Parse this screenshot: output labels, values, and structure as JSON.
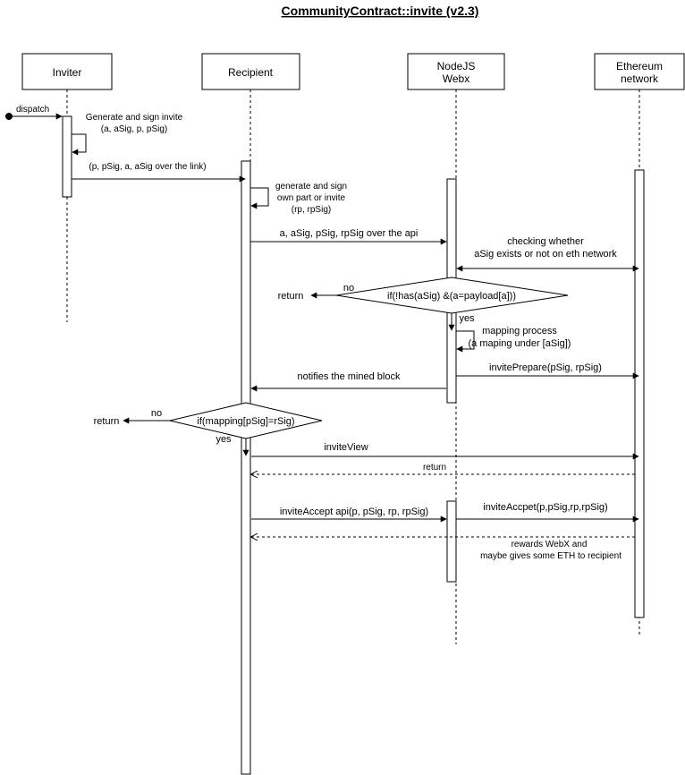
{
  "title": "CommunityContract::invite (v2.3)",
  "participants": {
    "inviter": "Inviter",
    "recipient": "Recipient",
    "webx_line1": "NodeJS",
    "webx_line2": "Webx",
    "eth_line1": "Ethereum",
    "eth_line2": "network"
  },
  "messages": {
    "dispatch": "dispatch",
    "generate_invite_1": "Generate and sign invite",
    "generate_invite_2": "(a, aSig, p, pSig)",
    "link_msg": "(p, pSig, a, aSig over the link)",
    "own_part_1": "generate and sign",
    "own_part_2": "own part or invite",
    "own_part_3": "(rp, rpSig)",
    "api_msg": "a, aSig, pSig, rpSig over the api",
    "checking_1": "checking whether",
    "checking_2": "aSig exists or not on eth network",
    "mapping_1": "mapping process",
    "mapping_2": "(a maping under [aSig])",
    "invite_prepare": "invitePrepare(pSig, rpSig)",
    "notifies": "notifies  the mined block",
    "invite_view": "inviteView",
    "return_label": "return",
    "invite_accept_api": "inviteAccept api(p, pSig, rp, rpSig)",
    "invite_accpet": "inviteAccpet(p,pSig,rp,rpSig)",
    "rewards_1": "rewards WebX and",
    "rewards_2": "maybe gives some ETH to recipient"
  },
  "decisions": {
    "webx_condition": "if(!has(aSig) &(a=payload[a]))",
    "webx_no": "no",
    "webx_yes": "yes",
    "webx_return": "return",
    "recipient_condition": "if(mapping[pSig]=rSig)",
    "recipient_no": "no",
    "recipient_yes": "yes",
    "recipient_return": "return"
  }
}
